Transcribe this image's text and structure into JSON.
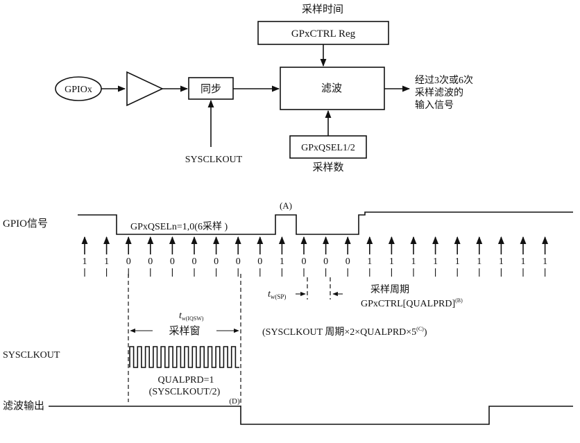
{
  "block": {
    "sample_time_label": "采样时间",
    "ctrl_reg_label": "GPxCTRL Reg",
    "gpio_label": "GPIOx",
    "sync_label": "同步",
    "filter_label": "滤波",
    "qsel_label": "GPxQSEL1/2",
    "sample_count_label": "采样数",
    "sysclk_label": "SYSCLKOUT",
    "output_lines": [
      "经过3次或6次",
      "采样滤波的",
      "输入信号"
    ]
  },
  "timing": {
    "gpio_signal_label": "GPIO信号",
    "qsel_note": "GPxQSELn=1,0(6采样 )",
    "marker_a": "(A)",
    "sample_values": [
      "1",
      "1",
      "0",
      "0",
      "0",
      "0",
      "0",
      "0",
      "0",
      "1",
      "0",
      "0",
      "0",
      "1",
      "1",
      "1",
      "1",
      "1",
      "1",
      "1",
      "1",
      "1"
    ],
    "tw_sp_main": "t",
    "tw_sp_sub": "w(SP)",
    "sample_period_label": "采样周期",
    "qualprd_ref": "GPxCTRL[QUALPRD]",
    "qualprd_ref_sup": "(B)",
    "tw_iqsw_main": "t",
    "tw_iqsw_sub": "w(IQSW)",
    "sample_window_label": "采样窗",
    "formula": "(SYSCLKOUT 周期×2×QUALPRD×5",
    "formula_sup": "(C)",
    "formula_close": ")",
    "sysclkout_label": "SYSCLKOUT",
    "qualprd_line1": "QUALPRD=1",
    "qualprd_line2": "(SYSCLKOUT/2)",
    "marker_d": "(D)",
    "filter_output_label": "滤波输出"
  }
}
